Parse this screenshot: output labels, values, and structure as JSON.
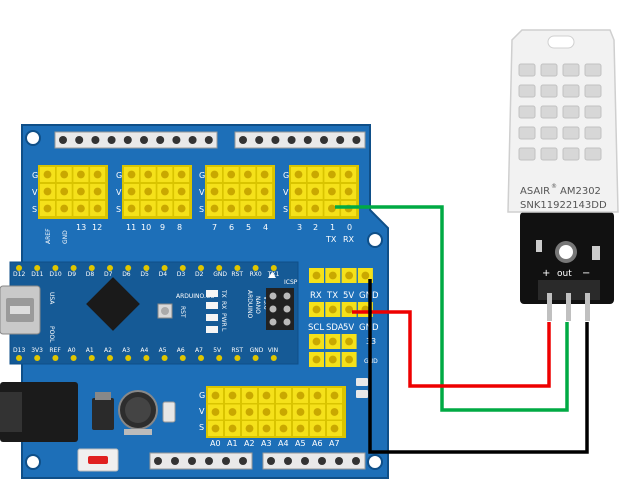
{
  "shield": {
    "row_letters": [
      "G",
      "V",
      "S"
    ],
    "pin_labels_top": [
      "AREF",
      "GND",
      "13",
      "12",
      "11",
      "10",
      "9",
      "8",
      "7",
      "6",
      "5",
      "4",
      "3",
      "2",
      "1",
      "0"
    ],
    "tx_label": "TX",
    "rx_label": "RX",
    "uart_header": [
      "RX",
      "TX",
      "5V",
      "GND"
    ],
    "i2c_header": [
      "SCL",
      "SDA",
      "5V",
      "GND"
    ],
    "analog_labels": [
      "A0",
      "A1",
      "A2",
      "A3",
      "A4",
      "A5",
      "A6",
      "A7"
    ],
    "digit_3": "3",
    "digit_3b": "3",
    "gnd_small": "GND",
    "icsp": "ICSP"
  },
  "nano": {
    "top_pins": [
      "D12",
      "D11",
      "D10",
      "D9",
      "D8",
      "D7",
      "D6",
      "D5",
      "D4",
      "D3",
      "D2",
      "GND",
      "RST",
      "RX0",
      "TX1"
    ],
    "bottom_pins": [
      "D13",
      "3V3",
      "REF",
      "A0",
      "A1",
      "A2",
      "A3",
      "A4",
      "A5",
      "A6",
      "A7",
      "5V",
      "RST",
      "GND",
      "VIN"
    ],
    "brand": "ARDUINO.CC",
    "model": [
      "ARDUINO",
      "NANO",
      "V3.0"
    ],
    "side_leds": [
      "TX",
      "RX",
      "PWR",
      "L"
    ],
    "rst": "RST",
    "usa": "USA",
    "pool": "POOL"
  },
  "sensor": {
    "brand": "ASAIR",
    "reg": "®",
    "model": "AM2302",
    "serial": "SNK11922143DD",
    "out_label": "out",
    "plus": "+",
    "minus": "−"
  },
  "wires": {
    "signal_color": "#00aa44",
    "power_color": "#ee0000",
    "ground_color": "#000000"
  },
  "colors": {
    "pcb": "#1d6fb8",
    "pcb_dark": "#155a96",
    "header_yellow": "#f5e11a",
    "sensor_body": "#f2f2f2",
    "module_black": "#111111"
  }
}
